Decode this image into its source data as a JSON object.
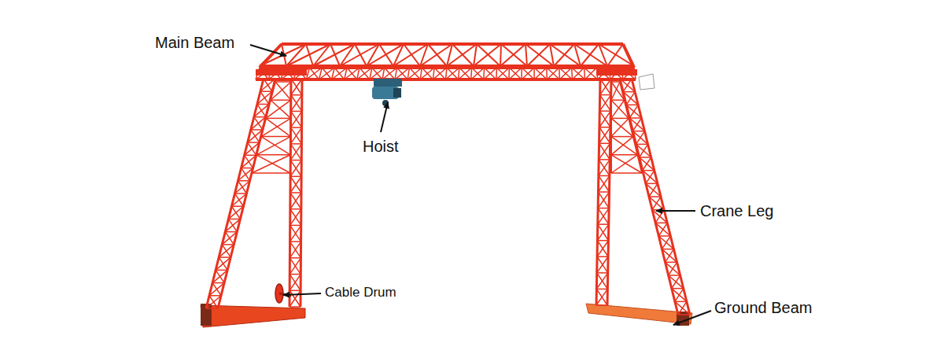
{
  "diagram": {
    "labels": [
      "Main Beam",
      "Hoist",
      "Crane Leg",
      "Cable Drum",
      "Ground Beam"
    ]
  }
}
